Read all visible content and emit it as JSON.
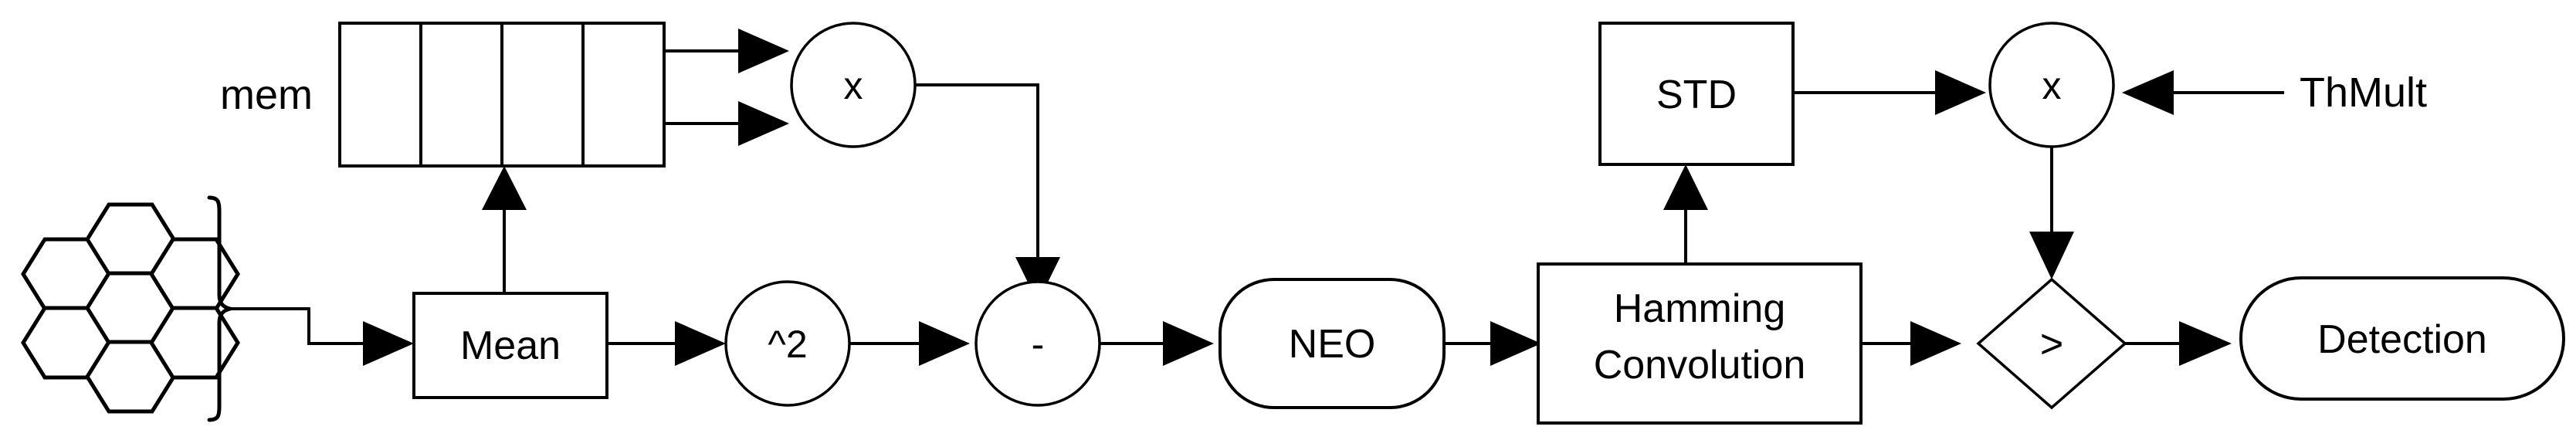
{
  "diagram": {
    "title": "Spike detection signal-processing pipeline",
    "background_color": "#ffffff",
    "line_color": "#000000",
    "labels": {
      "mem": "mem",
      "mean": "Mean",
      "square": "^2",
      "subtract": "-",
      "multiply_1": "x",
      "neo": "NEO",
      "hamming_line1": "Hamming",
      "hamming_line2": "Convolution",
      "std": "STD",
      "multiply_2": "x",
      "thmult": "ThMult",
      "compare": ">",
      "detection": "Detection"
    },
    "nodes": [
      {
        "id": "electrode-array",
        "type": "hexagon-cluster",
        "label": "",
        "hex_count": 7
      },
      {
        "id": "mem-register",
        "type": "register",
        "label": "mem",
        "cells": 4
      },
      {
        "id": "mean-block",
        "type": "rectangle",
        "label": "Mean"
      },
      {
        "id": "square-block",
        "type": "circle",
        "label": "^2"
      },
      {
        "id": "multiply-block-1",
        "type": "circle",
        "label": "x"
      },
      {
        "id": "subtract-block",
        "type": "circle",
        "label": "-"
      },
      {
        "id": "neo-block",
        "type": "stadium",
        "label": "NEO"
      },
      {
        "id": "hamming-block",
        "type": "rectangle",
        "label": "Hamming Convolution"
      },
      {
        "id": "std-block",
        "type": "rectangle",
        "label": "STD"
      },
      {
        "id": "multiply-block-2",
        "type": "circle",
        "label": "x"
      },
      {
        "id": "thmult-input",
        "type": "text-input",
        "label": "ThMult"
      },
      {
        "id": "compare-block",
        "type": "diamond",
        "label": ">"
      },
      {
        "id": "detection-block",
        "type": "stadium",
        "label": "Detection"
      }
    ],
    "edges": [
      {
        "from": "electrode-array",
        "to": "mean-block"
      },
      {
        "from": "mean-block",
        "to": "mem-register"
      },
      {
        "from": "mean-block",
        "to": "square-block"
      },
      {
        "from": "mem-register",
        "to": "multiply-block-1"
      },
      {
        "from": "mem-register",
        "to": "multiply-block-1"
      },
      {
        "from": "multiply-block-1",
        "to": "subtract-block"
      },
      {
        "from": "square-block",
        "to": "subtract-block"
      },
      {
        "from": "subtract-block",
        "to": "neo-block"
      },
      {
        "from": "neo-block",
        "to": "hamming-block"
      },
      {
        "from": "hamming-block",
        "to": "std-block"
      },
      {
        "from": "hamming-block",
        "to": "compare-block"
      },
      {
        "from": "std-block",
        "to": "multiply-block-2"
      },
      {
        "from": "thmult-input",
        "to": "multiply-block-2"
      },
      {
        "from": "multiply-block-2",
        "to": "compare-block"
      },
      {
        "from": "compare-block",
        "to": "detection-block"
      }
    ]
  }
}
